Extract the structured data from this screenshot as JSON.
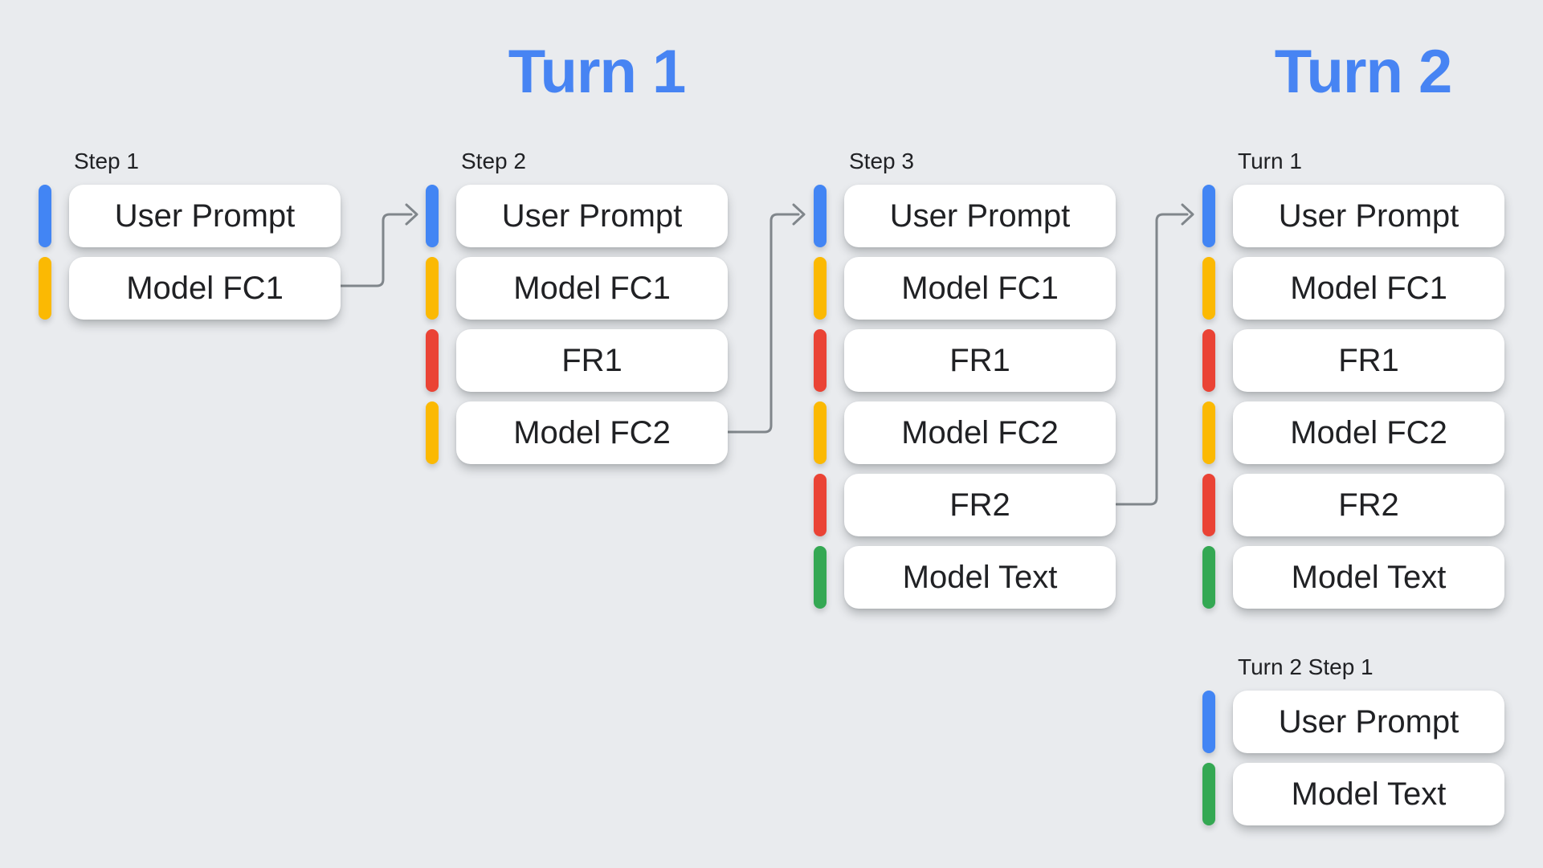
{
  "headings": {
    "turn1": "Turn 1",
    "turn2": "Turn 2"
  },
  "colors": {
    "background": "#E9EBEE",
    "heading": "#4784F3",
    "text": "#202124",
    "card": "#FFFFFF",
    "arrow": "#80868B",
    "user": "#4285F4",
    "model-fc": "#FBB903",
    "fr": "#EA4335",
    "model-text": "#34A853"
  },
  "groups": [
    {
      "label": "Step 1",
      "items": [
        {
          "type": "user",
          "label": "User Prompt"
        },
        {
          "type": "model-fc",
          "label": "Model FC1"
        }
      ]
    },
    {
      "label": "Step 2",
      "items": [
        {
          "type": "user",
          "label": "User Prompt"
        },
        {
          "type": "model-fc",
          "label": "Model FC1"
        },
        {
          "type": "fr",
          "label": "FR1"
        },
        {
          "type": "model-fc",
          "label": "Model FC2"
        }
      ]
    },
    {
      "label": "Step 3",
      "items": [
        {
          "type": "user",
          "label": "User Prompt"
        },
        {
          "type": "model-fc",
          "label": "Model FC1"
        },
        {
          "type": "fr",
          "label": "FR1"
        },
        {
          "type": "model-fc",
          "label": "Model FC2"
        },
        {
          "type": "fr",
          "label": "FR2"
        },
        {
          "type": "model-text",
          "label": "Model Text"
        }
      ]
    },
    {
      "label": "Turn 1",
      "items": [
        {
          "type": "user",
          "label": "User Prompt"
        },
        {
          "type": "model-fc",
          "label": "Model FC1"
        },
        {
          "type": "fr",
          "label": "FR1"
        },
        {
          "type": "model-fc",
          "label": "Model FC2"
        },
        {
          "type": "fr",
          "label": "FR2"
        },
        {
          "type": "model-text",
          "label": "Model Text"
        }
      ]
    },
    {
      "label": "Turn 2 Step 1",
      "items": [
        {
          "type": "user",
          "label": "User Prompt"
        },
        {
          "type": "model-text",
          "label": "Model Text"
        }
      ]
    }
  ],
  "arrows": [
    {
      "from": "Step 1 / Model FC1",
      "to": "Step 2 / User Prompt"
    },
    {
      "from": "Step 2 / Model FC2",
      "to": "Step 3 / User Prompt"
    },
    {
      "from": "Step 3 / FR2",
      "to": "Turn 1 / User Prompt"
    }
  ]
}
